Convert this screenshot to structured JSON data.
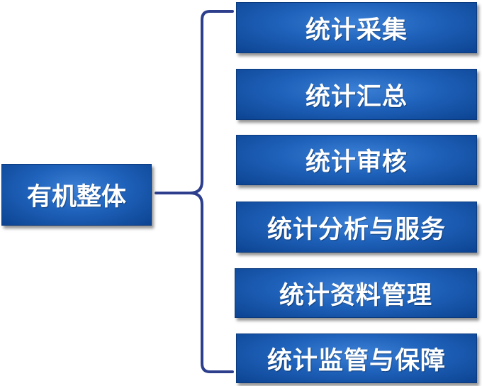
{
  "diagram": {
    "root": {
      "label": "有机整体"
    },
    "children": [
      {
        "label": "统计采集"
      },
      {
        "label": "统计汇总"
      },
      {
        "label": "统计审核"
      },
      {
        "label": "统计分析与服务"
      },
      {
        "label": "统计资料管理"
      },
      {
        "label": "统计监管与保障"
      }
    ],
    "colors": {
      "box_fill": "#1f62bb",
      "box_dark": "#0c4391",
      "box_border": "#0a3a7e",
      "bracket": "#2c3e8c",
      "text": "#ffffff"
    }
  }
}
